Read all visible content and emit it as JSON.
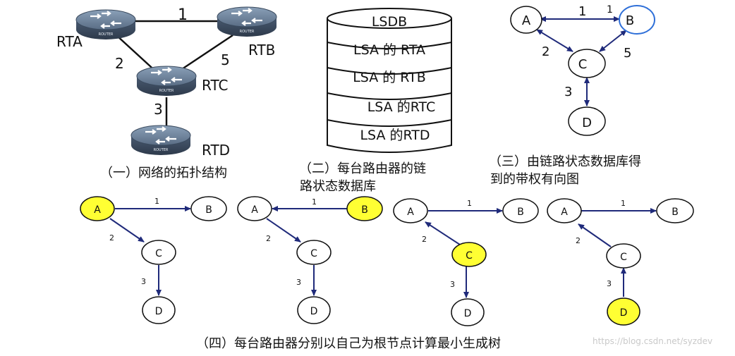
{
  "panel1": {
    "routers": [
      {
        "id": "RTA",
        "label": "RTA"
      },
      {
        "id": "RTB",
        "label": "RTB"
      },
      {
        "id": "RTC",
        "label": "RTC"
      },
      {
        "id": "RTD",
        "label": "RTD"
      }
    ],
    "router_badge": "ROUTER",
    "links": [
      {
        "from": "RTA",
        "to": "RTB",
        "cost": "1"
      },
      {
        "from": "RTA",
        "to": "RTC",
        "cost": "2"
      },
      {
        "from": "RTB",
        "to": "RTC",
        "cost": "5"
      },
      {
        "from": "RTC",
        "to": "RTD",
        "cost": "3"
      }
    ],
    "caption": "（一）网络的拓扑结构"
  },
  "panel2": {
    "rows": [
      "LSDB",
      "LSA 的 RTA",
      "LSA 的 RTB",
      "LSA 的RTC",
      "LSA 的RTD"
    ],
    "caption_line1": "（二）每台路由器的链",
    "caption_line2": "路状态数据库"
  },
  "panel3": {
    "nodes": [
      "A",
      "B",
      "C",
      "D"
    ],
    "edges": [
      {
        "from": "A",
        "to": "B",
        "cost": "1",
        "cost_b": "1"
      },
      {
        "from": "A",
        "to": "C",
        "cost": "2"
      },
      {
        "from": "B",
        "to": "C",
        "cost": "5"
      },
      {
        "from": "C",
        "to": "D",
        "cost": "3"
      }
    ],
    "caption_line1": "（三）由链路状态数据库得",
    "caption_line2": "到的带权有向图"
  },
  "panel4": {
    "trees": [
      {
        "root": "A",
        "edges": [
          {
            "from": "A",
            "to": "B",
            "cost": "1"
          },
          {
            "from": "A",
            "to": "C",
            "cost": "2"
          },
          {
            "from": "C",
            "to": "D",
            "cost": "3"
          }
        ]
      },
      {
        "root": "B",
        "edges": [
          {
            "from": "B",
            "to": "A",
            "cost": "1"
          },
          {
            "from": "A",
            "to": "C",
            "cost": "2"
          },
          {
            "from": "C",
            "to": "D",
            "cost": "3"
          }
        ]
      },
      {
        "root": "C",
        "edges": [
          {
            "from": "C",
            "to": "A",
            "cost": "2"
          },
          {
            "from": "A",
            "to": "B",
            "cost": "1"
          },
          {
            "from": "C",
            "to": "D",
            "cost": "3"
          }
        ]
      },
      {
        "root": "D",
        "edges": [
          {
            "from": "D",
            "to": "C",
            "cost": "3"
          },
          {
            "from": "C",
            "to": "A",
            "cost": "2"
          },
          {
            "from": "A",
            "to": "B",
            "cost": "1"
          }
        ]
      }
    ],
    "caption": "（四）每台路由器分别以自己为根节点计算最小生成树"
  },
  "watermark": "https://blog.csdn.net/syzdev",
  "colors": {
    "arrow": "#1f2a7a",
    "highlight": "#ffff33",
    "router_top": "#6a7e96",
    "router_side": "#3f4e63",
    "text": "#111111"
  }
}
